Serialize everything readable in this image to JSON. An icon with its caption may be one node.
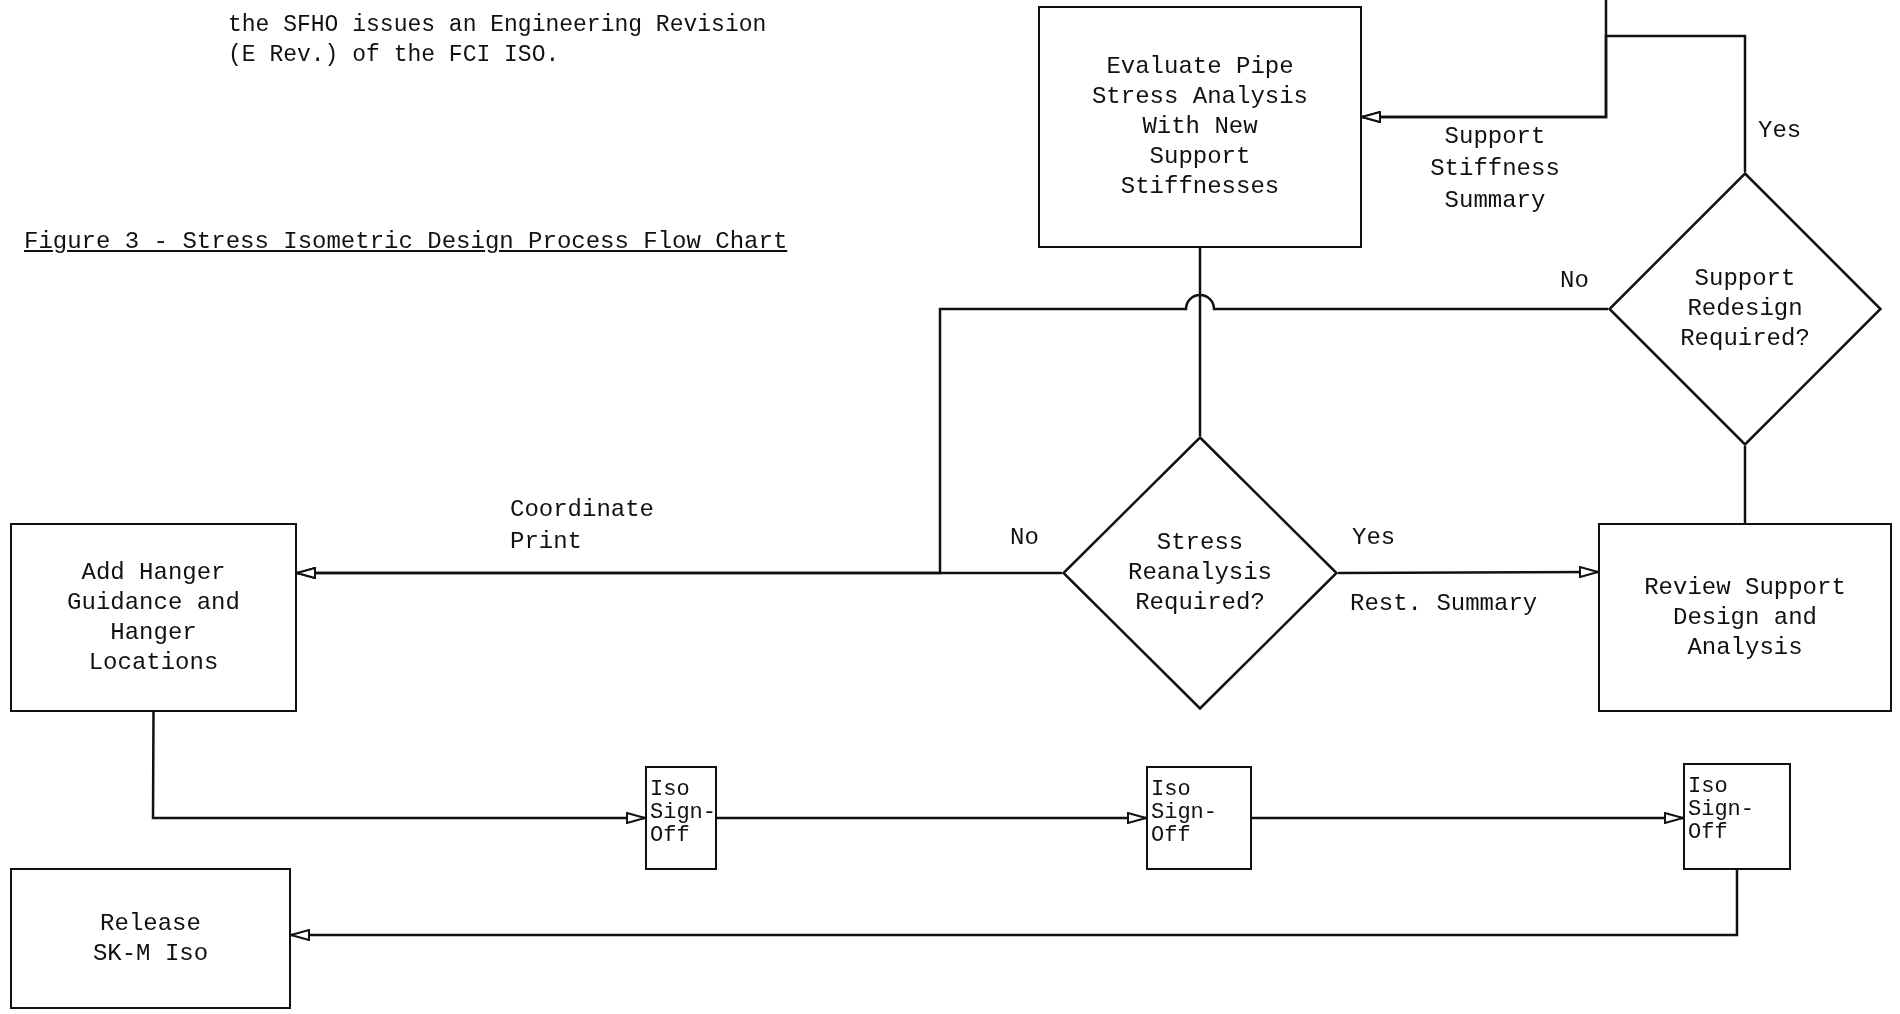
{
  "diagram": {
    "title": "Figure 3 - Stress Isometric Design Process Flow Chart",
    "nodes": [
      {
        "text": [
          "Evaluate Pipe Stress Analysis With New Support Stiffnesses"
        ]
      },
      {
        "text": [
          "Support Redesign Required?"
        ]
      },
      {
        "text": [
          "Stress Reanalysis Required?"
        ]
      },
      {
        "text": [
          "Review Support Design and Analysis"
        ]
      },
      {
        "text": [
          "Add Hanger Guidance and Hanger Locations"
        ]
      },
      {
        "text": [
          "Iso Sign- Off"
        ]
      },
      {
        "text": [
          "Iso Sign- Off"
        ]
      },
      {
        "text": [
          "Iso Sign- Off"
        ]
      },
      {
        "text": [
          "Release SK-M Iso"
        ]
      }
    ],
    "edges": [
      {
        "from": null,
        "to": 0,
        "arrow": "to",
        "label": "Support Stiffness Summary"
      },
      {
        "from": 1,
        "to": 0,
        "arrow": "to",
        "label": "Yes"
      },
      {
        "from": 0,
        "to": 2,
        "arrow": "none"
      },
      {
        "from": 1,
        "to": 4,
        "arrow": "to",
        "label": "No"
      },
      {
        "from": 2,
        "to": 4,
        "arrow": "to",
        "label": "No"
      },
      {
        "from": 2,
        "to": 3,
        "arrow": "to",
        "label": "Yes"
      },
      {
        "from": 3,
        "to": 1,
        "arrow": "none"
      },
      {
        "from": 4,
        "to": 5,
        "arrow": "to"
      },
      {
        "from": 5,
        "to": 6,
        "arrow": "to"
      },
      {
        "from": 6,
        "to": 7,
        "arrow": "to"
      },
      {
        "from": 7,
        "to": 8,
        "arrow": "to"
      }
    ],
    "labels": [
      "the SFHO issues an Engineering Revision (E Rev.) of the FCI ISO.",
      "Coordinate Print",
      "Rest. Summary"
    ]
  }
}
